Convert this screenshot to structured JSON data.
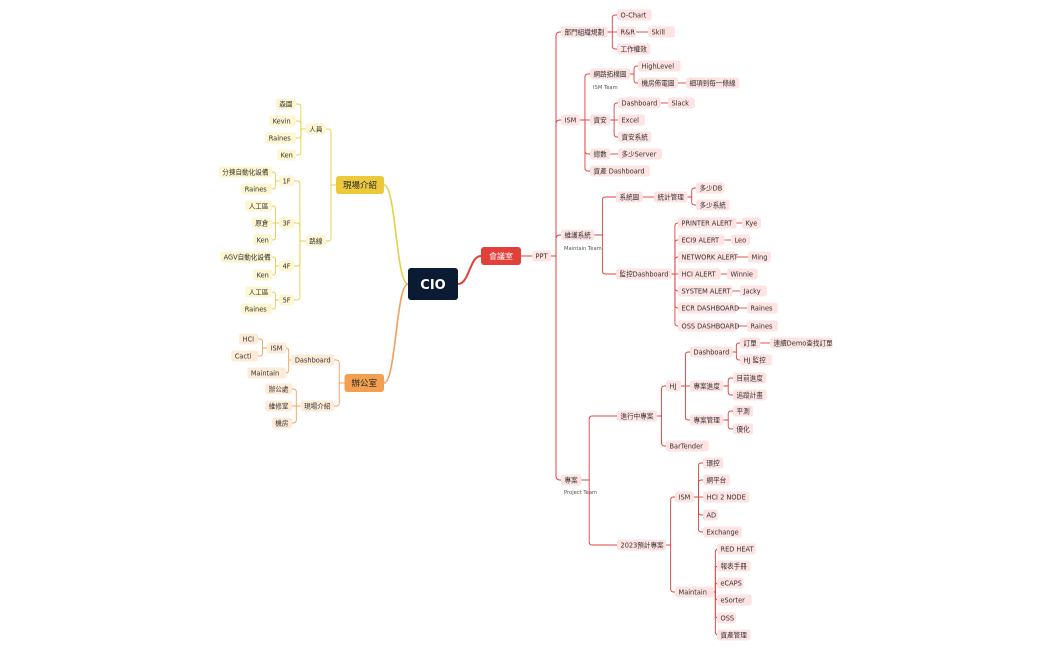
{
  "colors": {
    "root_bg": "#0b1b33",
    "red": "#e0413b",
    "red_light": "#fde3e2",
    "red_line": "#e0413b",
    "yellow": "#ecc93b",
    "yellow_light": "#fdf6d2",
    "yellow_line": "#e8cf47",
    "orange": "#f2a04f",
    "orange_light": "#fdebd8",
    "orange_line": "#f0a05a"
  },
  "root": {
    "label": "CIO"
  },
  "right": {
    "label": "會議室",
    "children": [
      {
        "label": "PPT",
        "children": [
          {
            "label": "部門組織規劃",
            "children": [
              {
                "label": "O-Chart"
              },
              {
                "label": "R&R",
                "children": [
                  {
                    "label": "Skill"
                  }
                ]
              },
              {
                "label": "工作權效"
              }
            ]
          },
          {
            "label": "ISM",
            "children": [
              {
                "label": "網路拓樸圖",
                "children": [
                  {
                    "label": "HighLevel"
                  },
                  {
                    "label": "機房佈電圖",
                    "children": [
                      {
                        "label": "細項到每一條線"
                      }
                    ]
                  }
                ]
              },
              {
                "label": "資安",
                "children": [
                  {
                    "label": "Dashboard",
                    "children": [
                      {
                        "label": "Slack"
                      }
                    ]
                  },
                  {
                    "label": "Excel"
                  },
                  {
                    "label": "資安系統"
                  }
                ]
              },
              {
                "label": "總數",
                "children": [
                  {
                    "label": "多少Server"
                  }
                ]
              },
              {
                "label": "資產 Dashboard"
              }
            ]
          },
          {
            "label": "維護系統",
            "children": [
              {
                "label": "系統圖",
                "children": [
                  {
                    "label": "統計管理",
                    "children": [
                      {
                        "label": "多少DB"
                      },
                      {
                        "label": "多少系統"
                      }
                    ]
                  }
                ]
              },
              {
                "label": "監控Dashboard",
                "children": [
                  {
                    "label": "PRINTER ALERT",
                    "children": [
                      {
                        "label": "Kye"
                      }
                    ]
                  },
                  {
                    "label": "ECI9 ALERT",
                    "children": [
                      {
                        "label": "Leo"
                      }
                    ]
                  },
                  {
                    "label": "NETWORK ALERT",
                    "children": [
                      {
                        "label": "Ming"
                      }
                    ]
                  },
                  {
                    "label": "HCI ALERT",
                    "children": [
                      {
                        "label": "Winnie"
                      }
                    ]
                  },
                  {
                    "label": "SYSTEM ALERT",
                    "children": [
                      {
                        "label": "Jacky"
                      }
                    ]
                  },
                  {
                    "label": "ECR DASHBOARD",
                    "children": [
                      {
                        "label": "Raines"
                      }
                    ]
                  },
                  {
                    "label": "OSS DASHBOARD",
                    "children": [
                      {
                        "label": "Raines"
                      }
                    ]
                  }
                ]
              }
            ]
          },
          {
            "label": "專案",
            "children": [
              {
                "label": "進行中專案",
                "children": [
                  {
                    "label": "HJ",
                    "children": [
                      {
                        "label": "Dashboard",
                        "children": [
                          {
                            "label": "訂單",
                            "children": [
                              {
                                "label": "連續Demo查找訂單"
                              }
                            ]
                          },
                          {
                            "label": "HJ 監控"
                          }
                        ]
                      },
                      {
                        "label": "專案進度",
                        "children": [
                          {
                            "label": "目前進度"
                          },
                          {
                            "label": "追蹤計畫"
                          }
                        ]
                      },
                      {
                        "label": "專案管理",
                        "children": [
                          {
                            "label": "平測"
                          },
                          {
                            "label": "優化"
                          }
                        ]
                      }
                    ]
                  },
                  {
                    "label": "BarTender"
                  }
                ]
              },
              {
                "label": "2023預計專案",
                "children": [
                  {
                    "label": "ISM",
                    "children": [
                      {
                        "label": "環控"
                      },
                      {
                        "label": "網平台"
                      },
                      {
                        "label": "HCI 2 NODE"
                      },
                      {
                        "label": "AD"
                      },
                      {
                        "label": "Exchange"
                      }
                    ]
                  },
                  {
                    "label": "Maintain",
                    "children": [
                      {
                        "label": "RED HEAT"
                      },
                      {
                        "label": "報表手冊"
                      },
                      {
                        "label": "eCAPS"
                      },
                      {
                        "label": "eSorter"
                      },
                      {
                        "label": "OSS"
                      },
                      {
                        "label": "資產管理"
                      }
                    ]
                  }
                ]
              }
            ]
          }
        ]
      }
    ]
  },
  "sublabels": {
    "ism_team": "ISM Team",
    "maintain_team": "Maintain Team",
    "project_team": "Project Team"
  },
  "left": [
    {
      "label": "現場介紹",
      "children": [
        {
          "label": "人員",
          "children": [
            {
              "label": "森園"
            },
            {
              "label": "Kevin"
            },
            {
              "label": "Raines"
            },
            {
              "label": "Ken"
            }
          ]
        },
        {
          "label": "路線",
          "children": [
            {
              "label": "1F",
              "children": [
                {
                  "label": "分揀自動化設備"
                },
                {
                  "label": "Raines"
                }
              ]
            },
            {
              "label": "3F",
              "children": [
                {
                  "label": "人工區"
                },
                {
                  "label": "原倉"
                },
                {
                  "label": "Ken"
                }
              ]
            },
            {
              "label": "4F",
              "children": [
                {
                  "label": "AGV自動化設備"
                },
                {
                  "label": "Ken"
                }
              ]
            },
            {
              "label": "5F",
              "children": [
                {
                  "label": "人工區"
                },
                {
                  "label": "Raines"
                }
              ]
            }
          ]
        }
      ]
    },
    {
      "label": "辦公室",
      "children": [
        {
          "label": "Dashboard",
          "children": [
            {
              "label": "ISM",
              "children": [
                {
                  "label": "HCI"
                },
                {
                  "label": "Cacti"
                }
              ]
            },
            {
              "label": "Maintain"
            }
          ]
        },
        {
          "label": "現場介紹",
          "children": [
            {
              "label": "辦公處"
            },
            {
              "label": "維修室"
            },
            {
              "label": "機房"
            }
          ]
        }
      ]
    }
  ]
}
